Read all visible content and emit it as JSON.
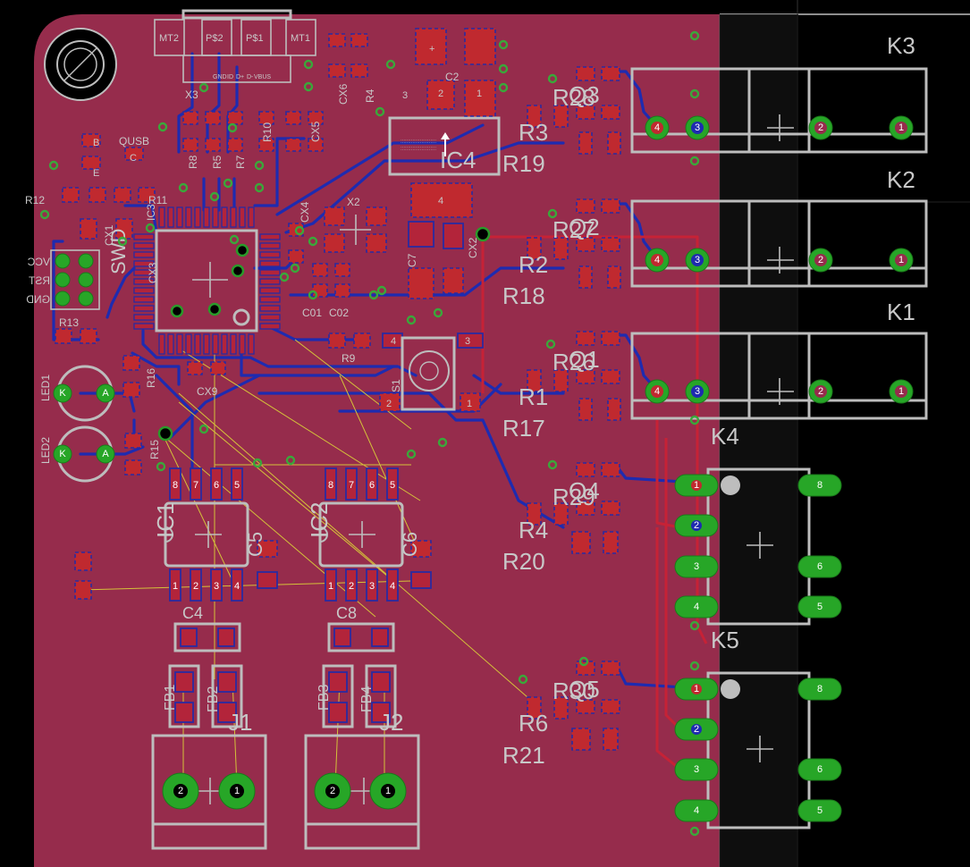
{
  "colors": {
    "board": "#962c4c",
    "outside": "#000000",
    "silkscreen": "#bdbdbd",
    "top_copper": "#c0292f",
    "bottom_copper": "#1e2bb0",
    "pad_green": "#27a627",
    "airwire": "#d4c23a"
  },
  "relays": [
    {
      "name": "K3",
      "pins": [
        "4",
        "3",
        "2",
        "1"
      ]
    },
    {
      "name": "K2",
      "pins": [
        "4",
        "3",
        "2",
        "1"
      ]
    },
    {
      "name": "K1",
      "pins": [
        "4",
        "3",
        "2",
        "1"
      ]
    }
  ],
  "dip_relays": [
    {
      "name": "K4",
      "left_pins": [
        "1",
        "2",
        "3",
        "4"
      ],
      "right_pins": [
        "8",
        "6",
        "5"
      ]
    },
    {
      "name": "K5",
      "left_pins": [
        "1",
        "2",
        "3",
        "4"
      ],
      "right_pins": [
        "8",
        "6",
        "5"
      ]
    }
  ],
  "driver_groups": [
    {
      "q": "Q3",
      "r_top": "R28",
      "r_mid": "R3",
      "r_bot": "R19"
    },
    {
      "q": "Q2",
      "r_top": "R27",
      "r_mid": "R2",
      "r_bot": "R18"
    },
    {
      "q": "Q1",
      "r_top": "R26",
      "r_mid": "R1",
      "r_bot": "R17"
    },
    {
      "q": "Q4",
      "r_top": "R29",
      "r_mid": "R4",
      "r_bot": "R20"
    },
    {
      "q": "Q5",
      "r_top": "R30",
      "r_mid": "R6",
      "r_bot": "R21"
    }
  ],
  "ics": {
    "ic4": "IC4",
    "ic1": "IC1",
    "ic2": "IC2",
    "ic1_pins_top": [
      "8",
      "7",
      "6",
      "5"
    ],
    "ic1_pins_bottom": [
      "1",
      "2",
      "3",
      "4"
    ]
  },
  "connectors": {
    "j1": "J1",
    "j2": "J2",
    "pins": [
      "2",
      "1"
    ]
  },
  "parts_labels": {
    "mt2": "MT2",
    "ps2": "P$2",
    "ps1": "P$1",
    "mt1": "MT1",
    "x3": "X3",
    "usb_pins": [
      "GND",
      "ID",
      "D+",
      "D-",
      "VBUS"
    ],
    "cx6": "CX6",
    "r4": "R4",
    "c2": "C2",
    "c2_pins": [
      "+",
      "2",
      "1",
      "3"
    ],
    "r8": "R8",
    "r5": "R5",
    "r7": "R7",
    "r10": "R10",
    "cx5": "CX5",
    "qusb": "QUSB",
    "qusb_pins": [
      "B",
      "C",
      "E"
    ],
    "r12": "R12",
    "r11": "R11",
    "cx1": "CX1",
    "ic3": "IC3",
    "cx3": "CX3",
    "cx4": "CX4",
    "x2": "X2",
    "c7": "C7",
    "cx2": "CX2",
    "c01": "C01",
    "c02": "C02",
    "swd": "SWD",
    "swd_mirror_labels": [
      "VCC",
      "RST",
      "GND"
    ],
    "r13": "R13",
    "r16": "R16",
    "cx9": "CX9",
    "r9": "R9",
    "s1": "S1",
    "s1_pins": [
      "4",
      "3",
      "2",
      "1"
    ],
    "led1": "LED1",
    "led2": "LED2",
    "led_pins": [
      "K",
      "A"
    ],
    "r15": "R15",
    "c5": "C5",
    "c6": "C6",
    "c4": "C4",
    "c8": "C8",
    "fb1": "FB1",
    "fb2": "FB2",
    "fb3": "FB3",
    "fb4": "FB4",
    "pad_nums": [
      "1",
      "2"
    ]
  }
}
